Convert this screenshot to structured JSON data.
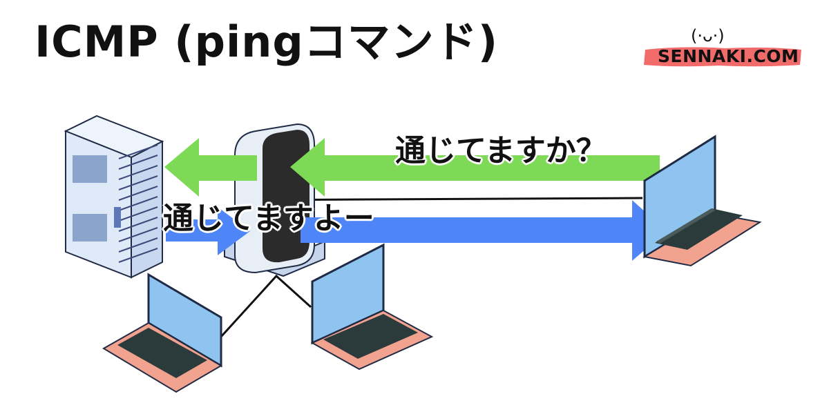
{
  "title": "ICMP (pingコマンド)",
  "logo": {
    "face": "(·ᴗ·)",
    "text": "SENNAKI.COM",
    "band_color": "#f26b6b"
  },
  "messages": {
    "request": "通じてますか？",
    "reply": "通じてますよー"
  },
  "colors": {
    "request_arrow": "#7ed957",
    "reply_arrow": "#4f86f7",
    "screen": "#8fc3f0",
    "keyboard_base": "#f1a38f",
    "server_body": "#dfeaf8",
    "router_body": "#e8eef6"
  }
}
